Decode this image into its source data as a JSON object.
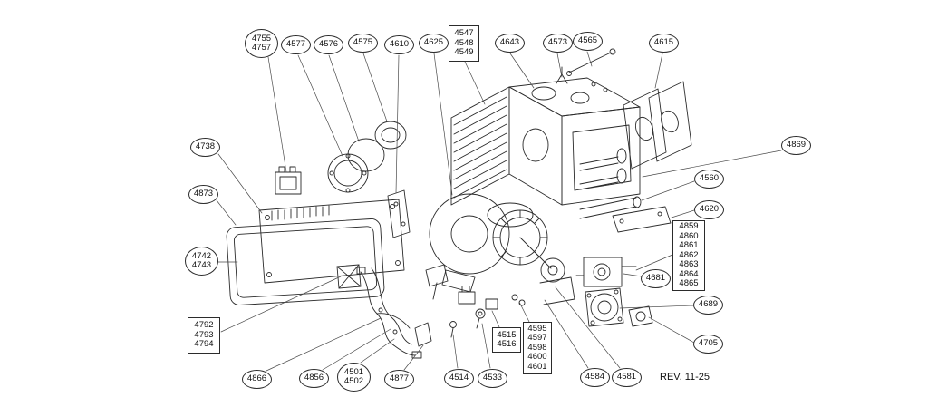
{
  "page": {
    "background": "#ffffff",
    "revision": "REV. 11-25"
  },
  "colors": {
    "line": "#2b2b2b",
    "leader": "#4a4a4a",
    "text": "#111111"
  },
  "figure_type": "exploded-parts-diagram",
  "callouts": [
    {
      "id": "4755-4757",
      "shape": "ellipse",
      "lines": [
        "4755",
        "4757"
      ]
    },
    {
      "id": "4577",
      "shape": "ellipse",
      "lines": [
        "4577"
      ]
    },
    {
      "id": "4576",
      "shape": "ellipse",
      "lines": [
        "4576"
      ]
    },
    {
      "id": "4575",
      "shape": "ellipse",
      "lines": [
        "4575"
      ]
    },
    {
      "id": "4610",
      "shape": "ellipse",
      "lines": [
        "4610"
      ]
    },
    {
      "id": "4625",
      "shape": "ellipse",
      "lines": [
        "4625"
      ]
    },
    {
      "id": "4547-4549",
      "shape": "box",
      "lines": [
        "4547",
        "4548",
        "4549"
      ]
    },
    {
      "id": "4643",
      "shape": "ellipse",
      "lines": [
        "4643"
      ]
    },
    {
      "id": "4573",
      "shape": "ellipse",
      "lines": [
        "4573"
      ]
    },
    {
      "id": "4565",
      "shape": "ellipse",
      "lines": [
        "4565"
      ]
    },
    {
      "id": "4615",
      "shape": "ellipse",
      "lines": [
        "4615"
      ]
    },
    {
      "id": "4738",
      "shape": "ellipse",
      "lines": [
        "4738"
      ]
    },
    {
      "id": "4873",
      "shape": "ellipse",
      "lines": [
        "4873"
      ]
    },
    {
      "id": "4742-4743",
      "shape": "ellipse",
      "lines": [
        "4742",
        "4743"
      ]
    },
    {
      "id": "4869",
      "shape": "ellipse",
      "lines": [
        "4869"
      ]
    },
    {
      "id": "4560",
      "shape": "ellipse",
      "lines": [
        "4560"
      ]
    },
    {
      "id": "4620",
      "shape": "ellipse",
      "lines": [
        "4620"
      ]
    },
    {
      "id": "4859-4865",
      "shape": "box",
      "lines": [
        "4859",
        "4860",
        "4861",
        "4862",
        "4863",
        "4864",
        "4865"
      ]
    },
    {
      "id": "4681",
      "shape": "ellipse",
      "lines": [
        "4681"
      ]
    },
    {
      "id": "4689",
      "shape": "ellipse",
      "lines": [
        "4689"
      ]
    },
    {
      "id": "4705",
      "shape": "ellipse",
      "lines": [
        "4705"
      ]
    },
    {
      "id": "4792-4794",
      "shape": "box",
      "lines": [
        "4792",
        "4793",
        "4794"
      ]
    },
    {
      "id": "4866",
      "shape": "ellipse",
      "lines": [
        "4866"
      ]
    },
    {
      "id": "4856",
      "shape": "ellipse",
      "lines": [
        "4856"
      ]
    },
    {
      "id": "4501-4502",
      "shape": "ellipse",
      "lines": [
        "4501",
        "4502"
      ]
    },
    {
      "id": "4877",
      "shape": "ellipse",
      "lines": [
        "4877"
      ]
    },
    {
      "id": "4514",
      "shape": "ellipse",
      "lines": [
        "4514"
      ]
    },
    {
      "id": "4533",
      "shape": "ellipse",
      "lines": [
        "4533"
      ]
    },
    {
      "id": "4515-4516",
      "shape": "box",
      "lines": [
        "4515",
        "4516"
      ]
    },
    {
      "id": "4595-4601",
      "shape": "box",
      "lines": [
        "4595",
        "4597",
        "4598",
        "4600",
        "4601"
      ]
    },
    {
      "id": "4584",
      "shape": "ellipse",
      "lines": [
        "4584"
      ]
    },
    {
      "id": "4581",
      "shape": "ellipse",
      "lines": [
        "4581"
      ]
    }
  ]
}
